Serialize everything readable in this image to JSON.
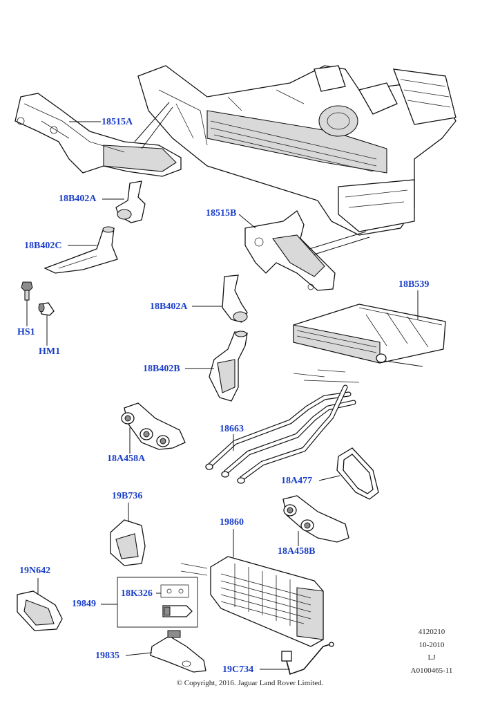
{
  "callouts": {
    "c18515A": "18515A",
    "c18B402A_top": "18B402A",
    "c18B402C": "18B402C",
    "cHS1": "HS1",
    "cHM1": "HM1",
    "c18515B": "18515B",
    "c18B402A_mid": "18B402A",
    "c18B539": "18B539",
    "c18B402B": "18B402B",
    "c18663": "18663",
    "c18A458A": "18A458A",
    "c18A477": "18A477",
    "c19B736": "19B736",
    "c19860": "19860",
    "c18A458B": "18A458B",
    "c19N642": "19N642",
    "c19849": "19849",
    "c18K326": "18K326",
    "c19835": "19835",
    "c19C734": "19C734"
  },
  "meta": {
    "ref1": "4120210",
    "date": "10-2010",
    "code": "LJ",
    "ref2": "A0100465-11"
  },
  "copyright": "© Copyright, 2016. Jaguar Land Rover Limited.",
  "colors": {
    "callout": "#1a3ec8",
    "line": "#111111",
    "shade": "#d9d9d9"
  }
}
